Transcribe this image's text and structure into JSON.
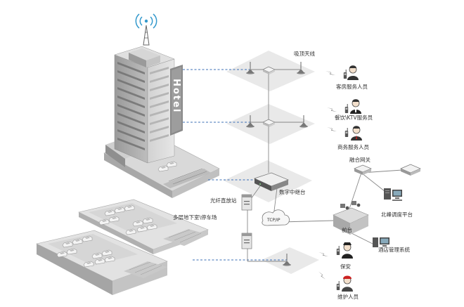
{
  "labels": {
    "ceiling_antenna": "吸顶天线",
    "room_staff": "客房服务人员",
    "dining_staff": "餐饮\\KTV服务员",
    "business_staff": "商务服务人员",
    "fusion_gateway": "融合网关",
    "digital_repeater": "数字中继台",
    "fiber_station": "光纤直放站",
    "tcp_ip": "TCP/IP",
    "dispatch_platform": "北峰调度平台",
    "front_desk": "前台",
    "hotel_mgmt": "酒店管理系统",
    "parking": "多层地下室\\停车场",
    "security": "保安",
    "maintenance": "维护人员",
    "hotel_sign": "Hotel"
  },
  "colors": {
    "dashed_link": "#3b6fb6",
    "line": "#888888",
    "panel": "#e9e9e9",
    "building_dark": "#8c8c8c",
    "building_light": "#c8c8c8",
    "accent_red": "#cc2222",
    "signal_blue": "#3399cc"
  },
  "icons": [
    "signal-tower-icon",
    "ceiling-antenna-icon",
    "radio-icon",
    "person-icon",
    "lightning-icon",
    "server-icon",
    "computer-icon",
    "gateway-icon",
    "front-desk-icon",
    "car-icon"
  ]
}
